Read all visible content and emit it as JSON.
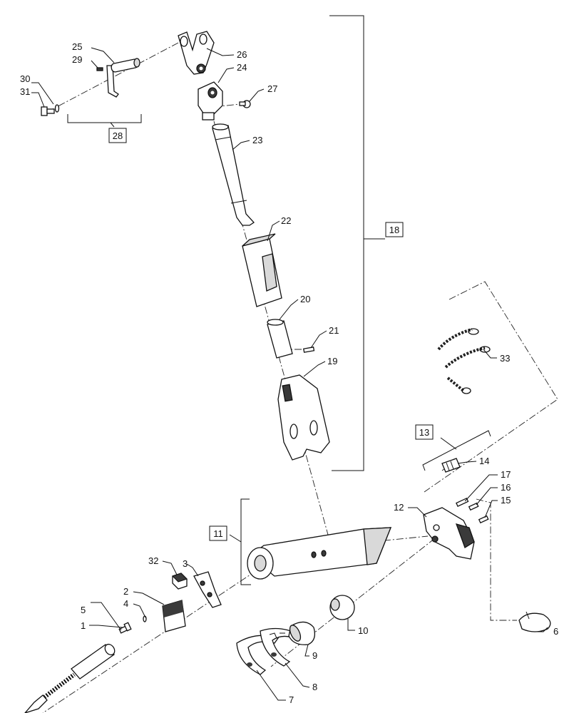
{
  "callouts": {
    "c1": "1",
    "c2": "2",
    "c3": "3",
    "c4": "4",
    "c5": "5",
    "c6": "6",
    "c7": "7",
    "c8": "8",
    "c9": "9",
    "c10": "10",
    "c11": "11",
    "c12": "12",
    "c13": "13",
    "c14": "14",
    "c15": "15",
    "c16": "16",
    "c17": "17",
    "c18": "18",
    "c19": "19",
    "c20": "20",
    "c21": "21",
    "c22": "22",
    "c23": "23",
    "c24": "24",
    "c25": "25",
    "c26": "26",
    "c27": "27",
    "c28": "28",
    "c29": "29",
    "c30": "30",
    "c31": "31",
    "c32": "32",
    "c33": "33"
  },
  "colors": {
    "line": "#111111",
    "part_fill": "#ffffff",
    "part_shade": "#d9d9d9",
    "part_dark": "#3a3a3a"
  }
}
